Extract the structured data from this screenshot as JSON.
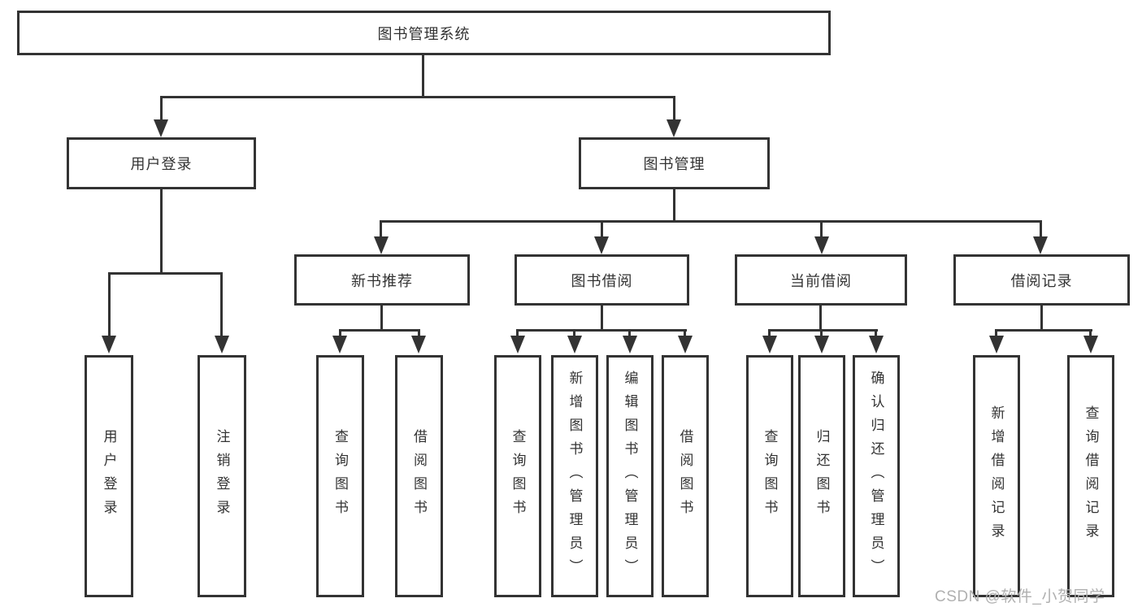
{
  "colors": {
    "line": "#333333",
    "box_border": "#333333",
    "text": "#333333",
    "watermark_text_color": "#b0b0b0",
    "background": "#ffffff"
  },
  "diagram": {
    "root": {
      "label": "图书管理系统"
    },
    "level2": [
      {
        "label": "用户登录"
      },
      {
        "label": "图书管理"
      }
    ],
    "level3": [
      {
        "label": "新书推荐"
      },
      {
        "label": "图书借阅"
      },
      {
        "label": "当前借阅"
      },
      {
        "label": "借阅记录"
      }
    ],
    "leaves": {
      "user_login": [
        {
          "label": "用户登录"
        },
        {
          "label": "注销登录"
        }
      ],
      "new_books": [
        {
          "label": "查询图书"
        },
        {
          "label": "借阅图书"
        }
      ],
      "book_borrow": [
        {
          "label": "查询图书"
        },
        {
          "label": "新增图书（管理员）"
        },
        {
          "label": "编辑图书（管理员）"
        },
        {
          "label": "借阅图书"
        }
      ],
      "current_borrow": [
        {
          "label": "查询图书"
        },
        {
          "label": "归还图书"
        },
        {
          "label": "确认归还（管理员）"
        }
      ],
      "borrow_records": [
        {
          "label": "新增借阅记录"
        },
        {
          "label": "查询借阅记录"
        }
      ]
    }
  },
  "watermark": {
    "text": "CSDN @软件_小贺同学"
  }
}
